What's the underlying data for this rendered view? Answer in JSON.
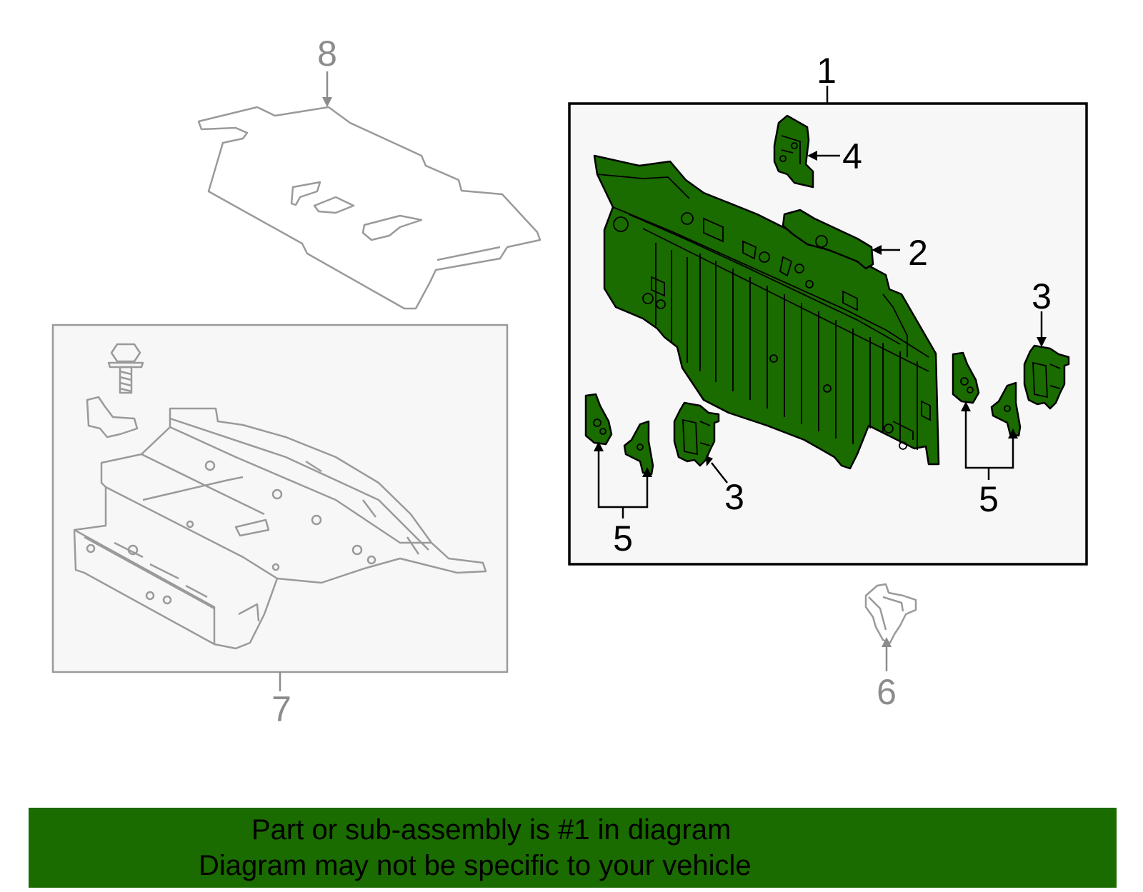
{
  "callouts": {
    "c1": "1",
    "c2": "2",
    "c3a": "3",
    "c3b": "3",
    "c4": "4",
    "c5a": "5",
    "c5b": "5",
    "c6": "6",
    "c7": "7",
    "c8": "8"
  },
  "banner": {
    "line1": "Part or sub-assembly is #1 in diagram",
    "line2": "Diagram may not be specific to your vehicle"
  },
  "colors": {
    "highlight": "#1a6b00",
    "outline": "#9a9a9a",
    "frame": "#000000"
  }
}
